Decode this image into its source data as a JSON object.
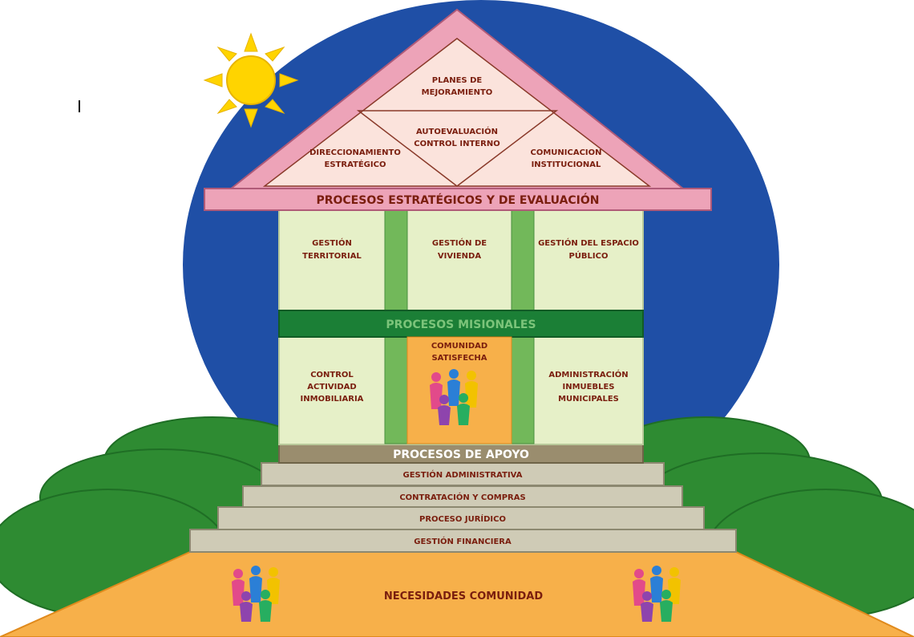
{
  "side_mark": "I",
  "roof": {
    "top": [
      "PLANES DE",
      "MEJORAMIENTO"
    ],
    "center": [
      "AUTOEVALUACIÓN",
      "CONTROL INTERNO"
    ],
    "left": [
      "DIRECCIONAMIENTO",
      "ESTRATÉGICO"
    ],
    "right": [
      "COMUNICACION",
      "INSTITUCIONAL"
    ]
  },
  "banners": {
    "strategic": "PROCESOS ESTRATÉGICOS Y DE EVALUACIÓN",
    "missional": "PROCESOS MISIONALES",
    "support": "PROCESOS DE APOYO"
  },
  "upper_cells": [
    [
      "GESTIÓN",
      "TERRITORIAL"
    ],
    [
      "GESTIÓN DE",
      "VIVIENDA"
    ],
    [
      "GESTIÓN DEL ESPACIO",
      "PÚBLICO"
    ]
  ],
  "lower_cells": {
    "left": [
      "CONTROL",
      "ACTIVIDAD",
      "INMOBILIARIA"
    ],
    "center": [
      "COMUNIDAD",
      "SATISFECHA"
    ],
    "right": [
      "ADMINISTRACIÓN",
      "INMUEBLES",
      "MUNICIPALES"
    ]
  },
  "steps": [
    "GESTIÓN ADMINISTRATIVA",
    "CONTRATACIÓN Y COMPRAS",
    "PROCESO JURÍDICO",
    "GESTIÓN FINANCIERA"
  ],
  "base": "NECESIDADES COMUNIDAD",
  "colors": {
    "sky": "#1f4fa6",
    "roof_frame": "#eda3b8",
    "roof_inner": "#fbe3dc",
    "wall": "#e6f0c8",
    "column": "#72b85a",
    "missional_band": "#1b7f36",
    "support_band": "#9a8d6e",
    "step": "#cfcbb6",
    "base": "#f7b04a",
    "hill": "#2e8b32",
    "sun": "#ffd400",
    "community_cell": "#f7b04a"
  }
}
